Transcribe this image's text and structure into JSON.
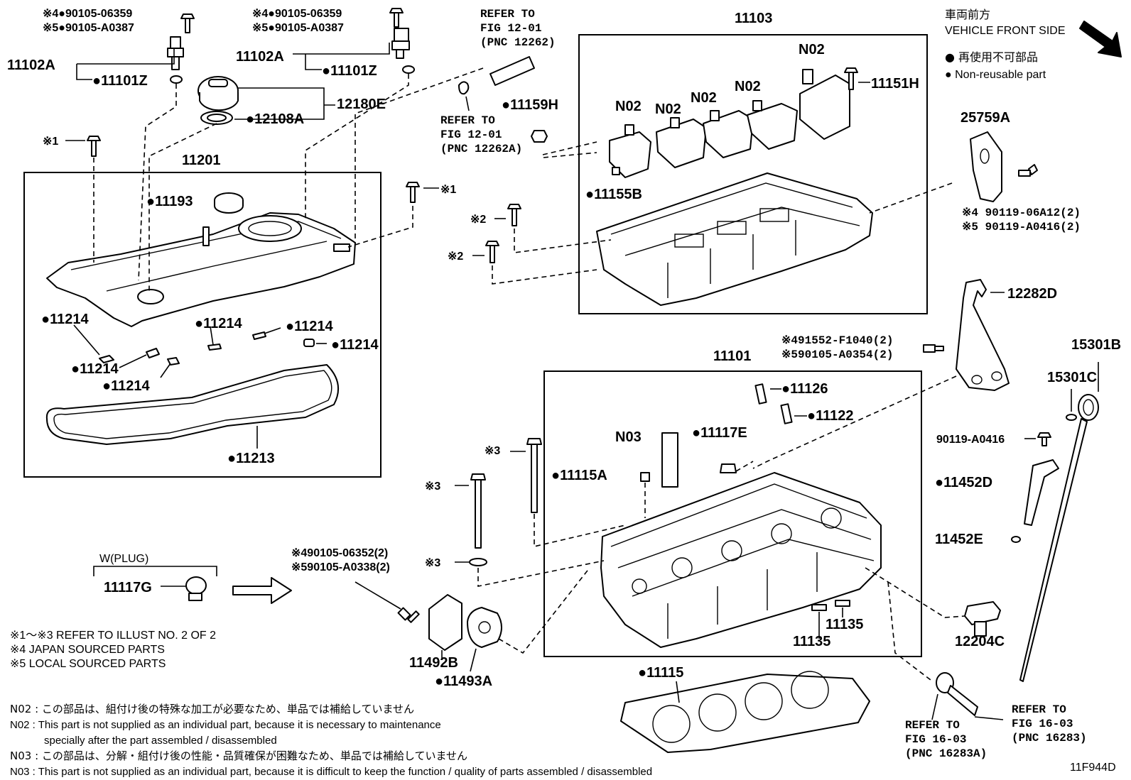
{
  "top_labels": {
    "m1a": "※4●90105-06359",
    "m1b": "※5●90105-A0387",
    "m2a": "※4●90105-06359",
    "m2b": "※5●90105-A0387",
    "p11102A_1": "11102A",
    "p11101Z_1": "●11101Z",
    "p11102A_2": "11102A",
    "p11101Z_2": "●11101Z",
    "p12180E": "12180E",
    "p12108A": "●12108A",
    "ref1a": "REFER TO",
    "ref1b": "FIG 12-01",
    "ref1c": "(PNC 12262)",
    "ref2a": "REFER TO",
    "ref2b": "FIG 12-01",
    "ref2c": "(PNC 12262A)",
    "p11159H": "●11159H",
    "p11103": "11103",
    "vfront_jp": "車両前方",
    "vfront_en": "VEHICLE FRONT SIDE",
    "legend_jp": "● 再使用不可部品",
    "legend_en": "● Non-reusable part",
    "n02a": "N02",
    "n02b": "N02",
    "n02c": "N02",
    "n02d": "N02",
    "n02e": "N02",
    "p11151H": "11151H",
    "p11155B": "●11155B",
    "p25759A": "25759A",
    "m25a": "※4 90119-06A12(2)",
    "m25b": "※5 90119-A0416(2)"
  },
  "left_labels": {
    "k1a": "※1",
    "k1b": "※1",
    "p11201": "11201",
    "p11193": "●11193",
    "p11214_1": "●11214",
    "p11214_2": "●11214",
    "p11214_3": "●11214",
    "p11214_4": "●11214",
    "p11214_5": "●11214",
    "p11214_6": "●11214",
    "p11213": "●11213",
    "k2a": "※2",
    "k2b": "※2"
  },
  "right_labels": {
    "p12282D": "12282D",
    "m12a": "※491552-F1040(2)",
    "m12b": "※590105-A0354(2)",
    "p15301B": "15301B",
    "p15301C": "15301C",
    "p11101": "11101",
    "p11126": "●11126",
    "p11122": "●11122",
    "n03": "N03",
    "p11117E": "●11117E",
    "p11115A": "●11115A",
    "k3a": "※3",
    "k3b": "※3",
    "k3c": "※3",
    "p90119": "90119-A0416",
    "p11452D": "●11452D",
    "p11452E": "11452E",
    "wplug": "W(PLUG)",
    "p11117G": "11117G",
    "m9a": "※490105-06352(2)",
    "m9b": "※590105-A0338(2)",
    "p11135a": "11135",
    "p11135b": "11135",
    "p12204C": "12204C",
    "p11492B": "11492B",
    "p11493A": "●11493A",
    "p11115": "●11115",
    "ref3a": "REFER TO",
    "ref3b": "FIG 16-03",
    "ref3c": "(PNC 16283A)",
    "ref4a": "REFER TO",
    "ref4b": "FIG 16-03",
    "ref4c": "(PNC 16283)"
  },
  "notes": {
    "n1": "※1～※3  REFER TO ILLUST NO. 2 OF 2",
    "n2": "※4  JAPAN SOURCED PARTS",
    "n3": "※5  LOCAL SOURCED PARTS",
    "f1": "N02 : この部品は、組付け後の特殊な加工が必要なため、単品では補給していません",
    "f2": "N02 : This part is not supplied as an individual part, because it is necessary to maintenance",
    "f3": "specially after the part assembled / disassembled",
    "f4": "N03 : この部品は、分解・組付け後の性能・品質確保が困難なため、単品では補給していません",
    "f5": "N03 : This part is not supplied as an individual part, because it is difficult to keep the function / quality of parts  assembled / disassembled",
    "code": "11F944D"
  }
}
